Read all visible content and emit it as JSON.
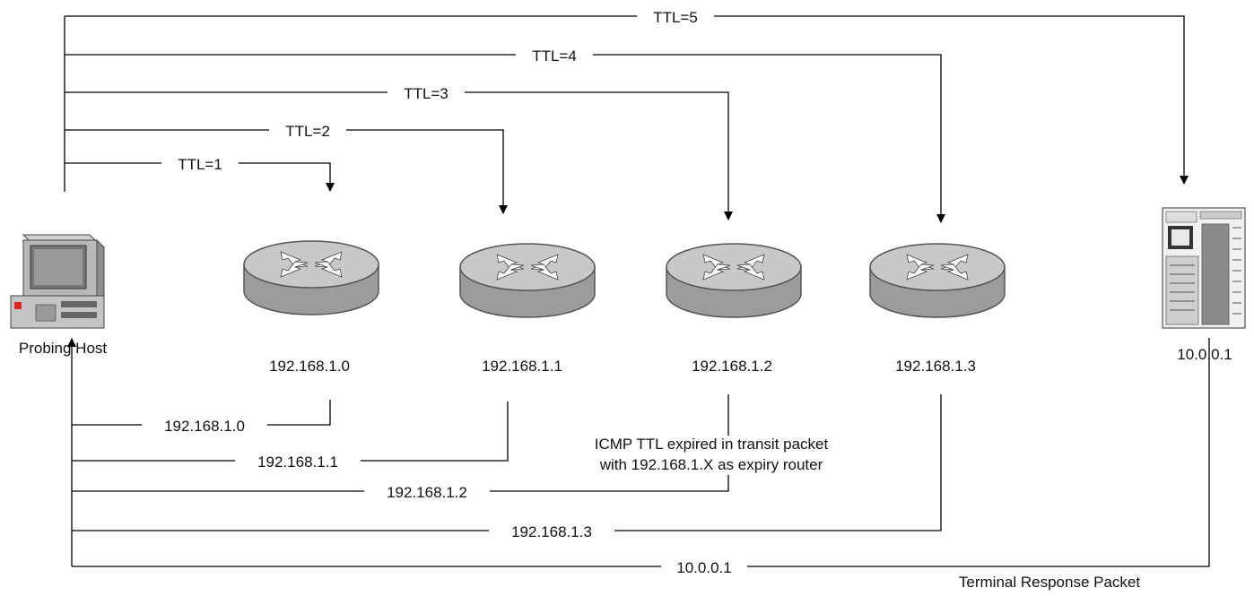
{
  "host": {
    "label": "Probing Host"
  },
  "routers": [
    {
      "label": "192.168.1.0"
    },
    {
      "label": "192.168.1.1"
    },
    {
      "label": "192.168.1.2"
    },
    {
      "label": "192.168.1.3"
    }
  ],
  "target": {
    "label": "10.0.0.1"
  },
  "probes": [
    {
      "label": "TTL=1"
    },
    {
      "label": "TTL=2"
    },
    {
      "label": "TTL=3"
    },
    {
      "label": "TTL=4"
    },
    {
      "label": "TTL=5"
    }
  ],
  "responses": [
    {
      "label": "192.168.1.0"
    },
    {
      "label": "192.168.1.1"
    },
    {
      "label": "192.168.1.2"
    },
    {
      "label": "192.168.1.3"
    },
    {
      "label": "10.0.0.1"
    }
  ],
  "notes": {
    "icmp_line1": "ICMP TTL expired in transit packet",
    "icmp_line2": "with 192.168.1.X as expiry router",
    "terminal": "Terminal Response Packet"
  },
  "colors": {
    "line": "#000000",
    "router_body": "#a9a9a9",
    "router_top": "#c6c6c6"
  }
}
